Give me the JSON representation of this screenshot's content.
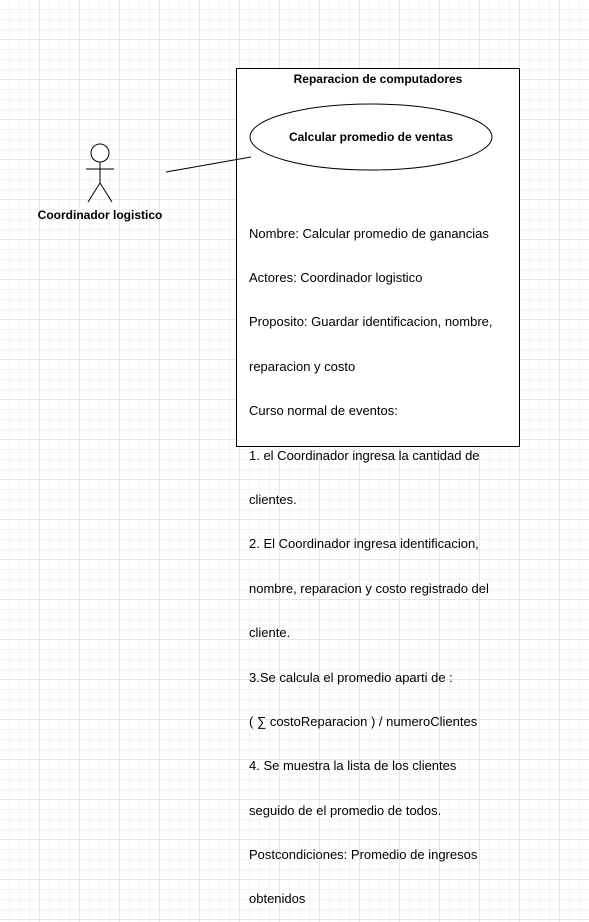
{
  "actor": {
    "label": "Coordinador logistico",
    "icon": "stick-figure-actor"
  },
  "system": {
    "title": "Reparacion de computadores"
  },
  "use_case": {
    "label": "Calcular promedio de ventas"
  },
  "description": {
    "lines": [
      "Nombre: Calcular promedio de ganancias",
      "Actores: Coordinador logistico",
      "Proposito: Guardar identificacion, nombre,",
      "reparacion y costo",
      "Curso normal de eventos:",
      "1. el Coordinador ingresa la cantidad de",
      "clientes.",
      "2. El Coordinador ingresa identificacion,",
      "nombre, reparacion y costo registrado del",
      "cliente.",
      "3.Se calcula el promedio aparti de :",
      "( ∑ costoReparacion ) / numeroClientes",
      "4. Se muestra la lista de los clientes",
      "seguido de el promedio de todos.",
      "Postcondiciones: Promedio de ingresos",
      "obtenidos"
    ]
  }
}
